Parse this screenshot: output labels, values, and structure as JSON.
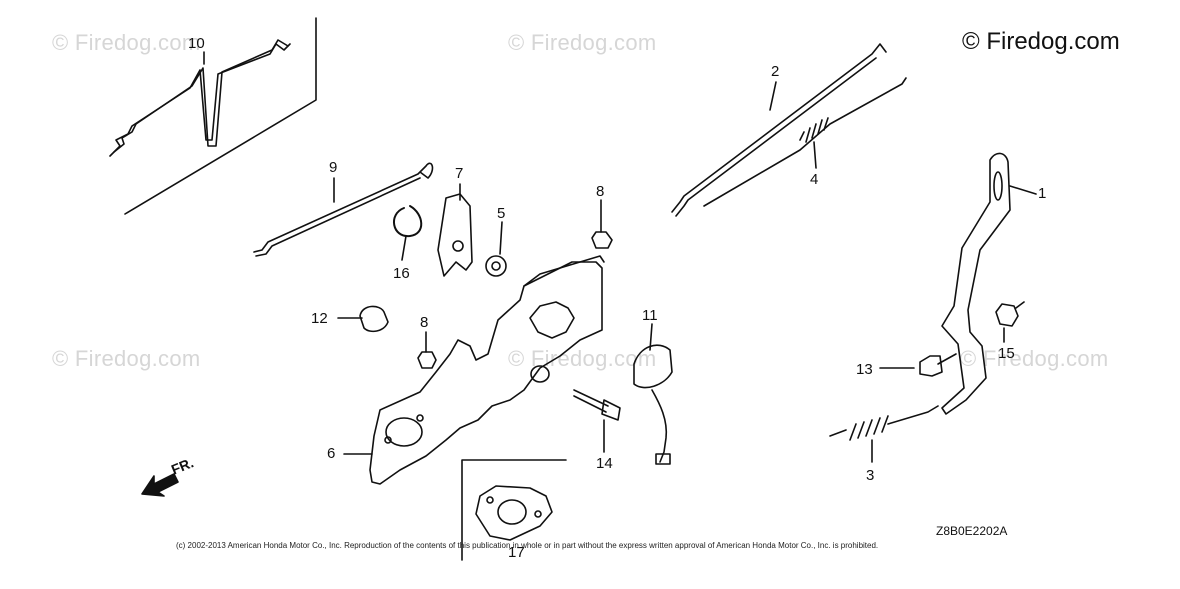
{
  "brand": "© Firedog.com",
  "watermark": "© Firedog.com",
  "diagram_code": "Z8B0E2202A",
  "copyright": "(c) 2002-2013 American Honda Motor Co., Inc. Reproduction of the contents of this publication in whole or in part without the express written approval of American Honda Motor Co., Inc. is prohibited.",
  "direction_label": "FR.",
  "callouts": {
    "c1": "1",
    "c2": "2",
    "c3": "3",
    "c4": "4",
    "c5": "5",
    "c6": "6",
    "c7": "7",
    "c8a": "8",
    "c8b": "8",
    "c9": "9",
    "c10": "10",
    "c11": "11",
    "c12": "12",
    "c13": "13",
    "c14": "14",
    "c15": "15",
    "c16": "16",
    "c17": "17"
  },
  "colors": {
    "ink": "#111111",
    "watermark": "#d6d6d6"
  }
}
